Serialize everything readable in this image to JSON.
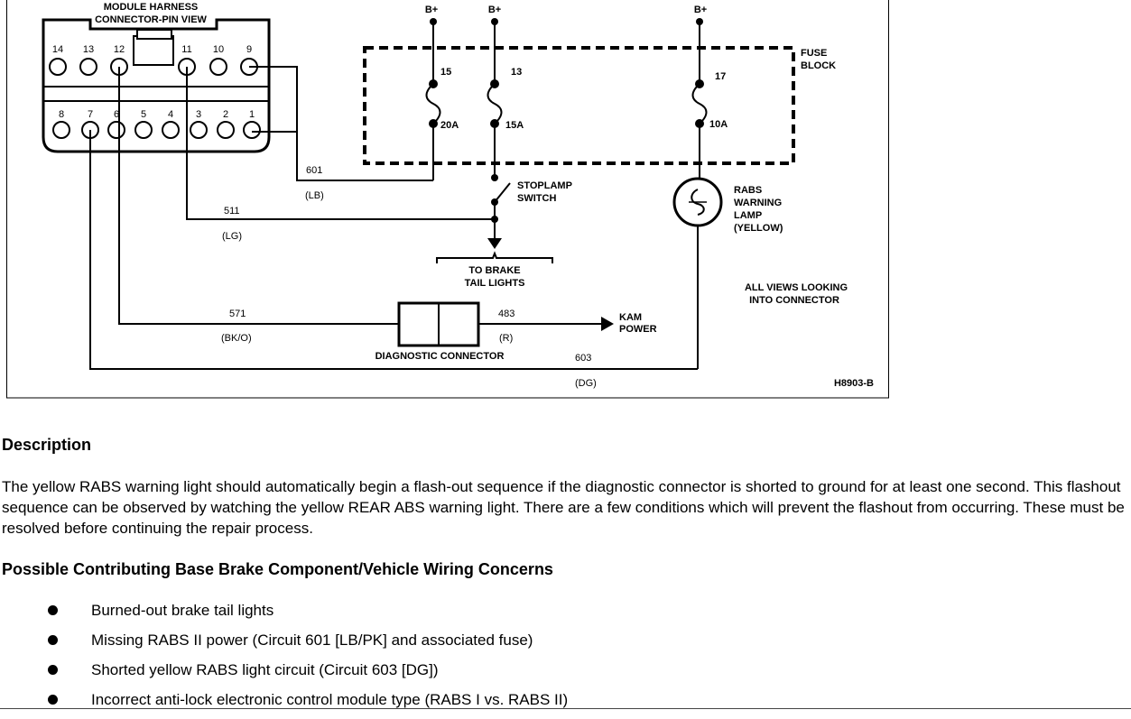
{
  "diagram": {
    "connector_title_line1": "MODULE HARNESS",
    "connector_title_line2": "CONNECTOR-PIN VIEW",
    "top_pins": [
      "14",
      "13",
      "12",
      "11",
      "10",
      "9"
    ],
    "bottom_pins": [
      "8",
      "7",
      "6",
      "5",
      "4",
      "3",
      "2",
      "1"
    ],
    "power_labels": [
      "B+",
      "B+",
      "B+"
    ],
    "fuse_block_line1": "FUSE",
    "fuse_block_line2": "BLOCK",
    "fuse_numbers": [
      "15",
      "13",
      "17"
    ],
    "fuse_ratings": [
      "20A",
      "15A",
      "10A"
    ],
    "stoplamp_line1": "STOPLAMP",
    "stoplamp_line2": "SWITCH",
    "lamp_line1": "RABS",
    "lamp_line2": "WARNING",
    "lamp_line3": "LAMP",
    "lamp_line4": "(YELLOW)",
    "brake_line1": "TO BRAKE",
    "brake_line2": "TAIL LIGHTS",
    "views_line1": "ALL VIEWS LOOKING",
    "views_line2": "INTO CONNECTOR",
    "diag_connector_label": "DIAGNOSTIC CONNECTOR",
    "kam_line1": "KAM",
    "kam_line2": "POWER",
    "wires": {
      "w601": "601",
      "c601": "(LB)",
      "w511": "511",
      "c511": "(LG)",
      "w571": "571",
      "c571": "(BK/O)",
      "w483": "483",
      "c483": "(R)",
      "w603": "603",
      "c603": "(DG)"
    },
    "figure_id": "H8903-B"
  },
  "description": {
    "heading": "Description",
    "text": "The yellow RABS warning light should automatically begin a flash-out sequence if the diagnostic connector is shorted to ground for at least one second. This flashout sequence can be observed by watching the yellow REAR ABS warning light. There are a few conditions which will prevent the flashout from occurring. These must be resolved before continuing the repair process."
  },
  "concerns": {
    "heading": "Possible Contributing Base Brake Component/Vehicle Wiring Concerns",
    "items": [
      "Burned-out brake tail lights",
      "Missing RABS II power (Circuit 601 [LB/PK] and associated fuse)",
      "Shorted yellow RABS light circuit (Circuit 603 [DG])",
      "Incorrect anti-lock electronic control module type (RABS I vs. RABS II)"
    ]
  }
}
